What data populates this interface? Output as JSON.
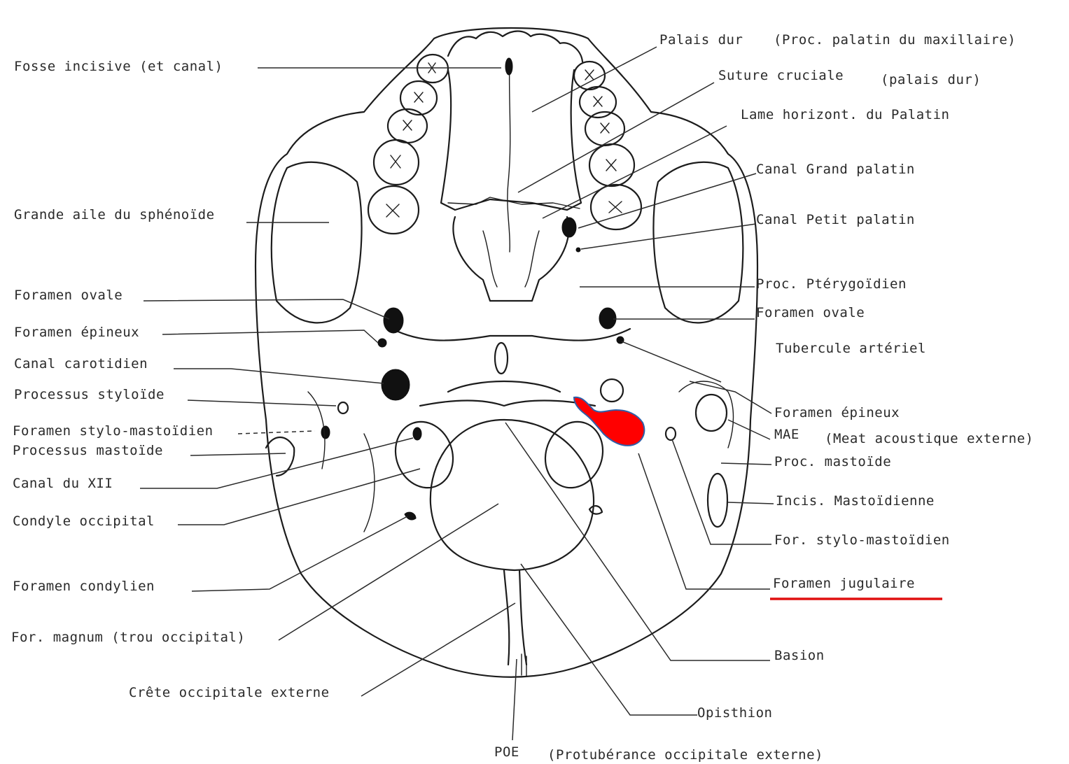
{
  "diagram": {
    "labels_left": [
      "Fosse incisive (et canal)",
      "Grande aile du sphénoïde",
      "Foramen ovale",
      "Foramen épineux",
      "Canal carotidien",
      "Processus styloïde",
      "Foramen stylo-mastoïdien",
      "Processus mastoïde",
      "Canal  du XII",
      "Condyle occipital",
      "Foramen  condylien",
      "For. magnum (trou occipital)",
      "Crête occipitale externe"
    ],
    "labels_right": [
      "Palais dur",
      "(Proc. palatin du maxillaire)",
      "Suture cruciale",
      "(palais dur)",
      "Lame horizont. du Palatin",
      "Canal Grand palatin",
      "Canal Petit palatin",
      "Proc. Ptérygoïdien",
      "Foramen ovale",
      "Tubercule artériel",
      "Foramen épineux",
      "MAE",
      "(Meat acoustique externe)",
      "Proc. mastoïde",
      "Incis. Mastoïdienne",
      "For. stylo-mastoïdien",
      "Foramen jugulaire",
      "Basion",
      "Opisthion"
    ],
    "labels_bottom": [
      "POE",
      "(Protubérance occipitale externe)"
    ],
    "highlight": {
      "structure": "Foramen jugulaire",
      "fill_color": "#ff0000",
      "outline_color": "#2f5fa8",
      "underline_color": "#e01010"
    }
  }
}
